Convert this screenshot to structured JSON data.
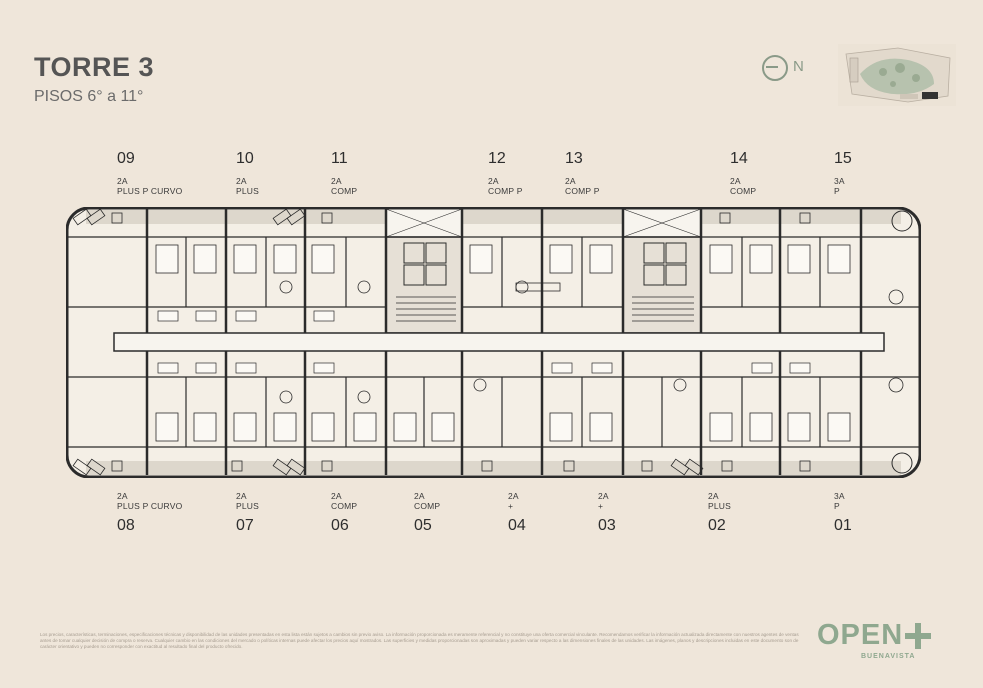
{
  "header": {
    "title": "TORRE 3",
    "subtitle": "PISOS 6° a 11°"
  },
  "compass": {
    "label": "N"
  },
  "units_top": [
    {
      "number": "09",
      "type": "2A",
      "model": "PLUS P CURVO"
    },
    {
      "number": "10",
      "type": "2A",
      "model": "PLUS"
    },
    {
      "number": "11",
      "type": "2A",
      "model": "COMP"
    },
    {
      "number": "12",
      "type": "2A",
      "model": "COMP P"
    },
    {
      "number": "13",
      "type": "2A",
      "model": "COMP P"
    },
    {
      "number": "14",
      "type": "2A",
      "model": "COMP"
    },
    {
      "number": "15",
      "type": "3A",
      "model": "P"
    }
  ],
  "units_bottom": [
    {
      "number": "08",
      "type": "2A",
      "model": "PLUS P CURVO"
    },
    {
      "number": "07",
      "type": "2A",
      "model": "PLUS"
    },
    {
      "number": "06",
      "type": "2A",
      "model": "COMP"
    },
    {
      "number": "05",
      "type": "2A",
      "model": "COMP"
    },
    {
      "number": "04",
      "type": "2A",
      "model": "+"
    },
    {
      "number": "03",
      "type": "2A",
      "model": "+"
    },
    {
      "number": "02",
      "type": "2A",
      "model": "PLUS"
    },
    {
      "number": "01",
      "type": "3A",
      "model": "P"
    }
  ],
  "disclaimer": "Los precios, características, terminaciones, especificaciones técnicas y disponibilidad de las unidades presentadas en esta lista están sujetos a cambios sin previo aviso. La información proporcionada es meramente referencial y no constituye una oferta comercial vinculante. Recomendamos verificar la información actualizada directamente con nuestros agentes de ventas antes de tomar cualquier decisión de compra o reserva. Cualquier cambio en las condiciones del mercado o políticas internas puede afectar los precios aquí mostrados. Las superficies y medidas proporcionadas son aproximadas y pueden variar respecto a las dimensiones finales de las unidades. Las imágenes, planos y descripciones incluidas en este documento son de carácter orientativo y pueden no corresponder con exactitud al resultado final del producto ofrecido.",
  "brand": {
    "name": "OPEN",
    "location": "BUENAVISTA"
  },
  "colors": {
    "background": "#efe6da",
    "wall": "#2b2b2b",
    "brand": "#8fa88f"
  }
}
